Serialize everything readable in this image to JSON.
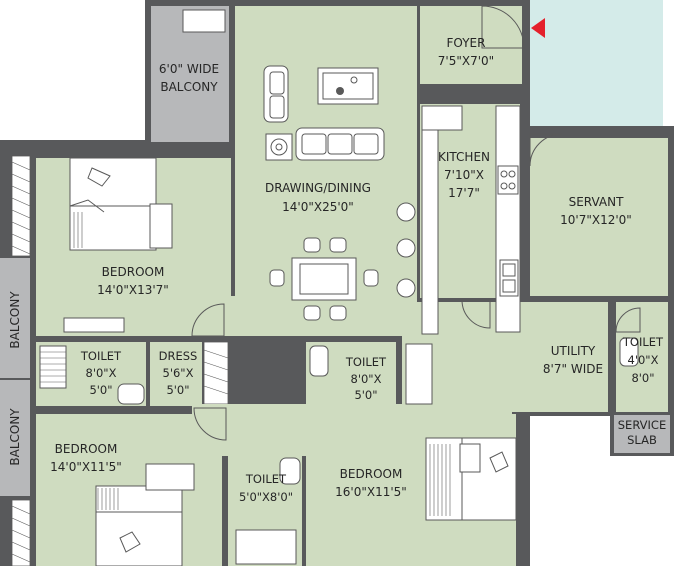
{
  "rooms": {
    "balcony_top": {
      "line1": "6'0\" WIDE",
      "line2": "BALCONY"
    },
    "foyer": {
      "name": "FOYER",
      "size": "7'5\"X7'0\""
    },
    "drawing": {
      "name": "DRAWING/DINING",
      "size": "14'0\"X25'0\""
    },
    "kitchen": {
      "name": "KITCHEN",
      "size1": "7'10\"X",
      "size2": "17'7\""
    },
    "servant": {
      "name": "SERVANT",
      "size": "10'7\"X12'0\""
    },
    "bedroom1": {
      "name": "BEDROOM",
      "size": "14'0\"X13'7\""
    },
    "balcony_left1": {
      "name": "BALCONY"
    },
    "balcony_left2": {
      "name": "BALCONY"
    },
    "toilet1": {
      "name": "TOILET",
      "size1": "8'0\"X",
      "size2": "5'0\""
    },
    "dress": {
      "name": "DRESS",
      "size1": "5'6\"X",
      "size2": "5'0\""
    },
    "toilet2": {
      "name": "TOILET",
      "size1": "8'0\"X",
      "size2": "5'0\""
    },
    "utility": {
      "name": "UTILITY",
      "size": "8'7\" WIDE"
    },
    "toilet3": {
      "name": "TOILET",
      "size1": "4'0\"X",
      "size2": "8'0\""
    },
    "service_slab": {
      "line1": "SERVICE",
      "line2": "SLAB"
    },
    "bedroom2": {
      "name": "BEDROOM",
      "size": "14'0\"X11'5\""
    },
    "toilet4": {
      "name": "TOILET",
      "size": "5'0\"X8'0\""
    },
    "bedroom3": {
      "name": "BEDROOM",
      "size": "16'0\"X11'5\""
    }
  },
  "colors": {
    "room_fill": "#cfdcc0",
    "wall": "#58595b",
    "balcony_grey": "#b7b8ba",
    "lift_area": "#d4ebe9",
    "entry_marker": "#e4202b"
  },
  "icons": [
    "entry-arrow-icon",
    "sofa-icon",
    "dining-table-icon",
    "bed-icon",
    "stove-icon",
    "sink-icon",
    "wc-icon",
    "shower-icon"
  ]
}
